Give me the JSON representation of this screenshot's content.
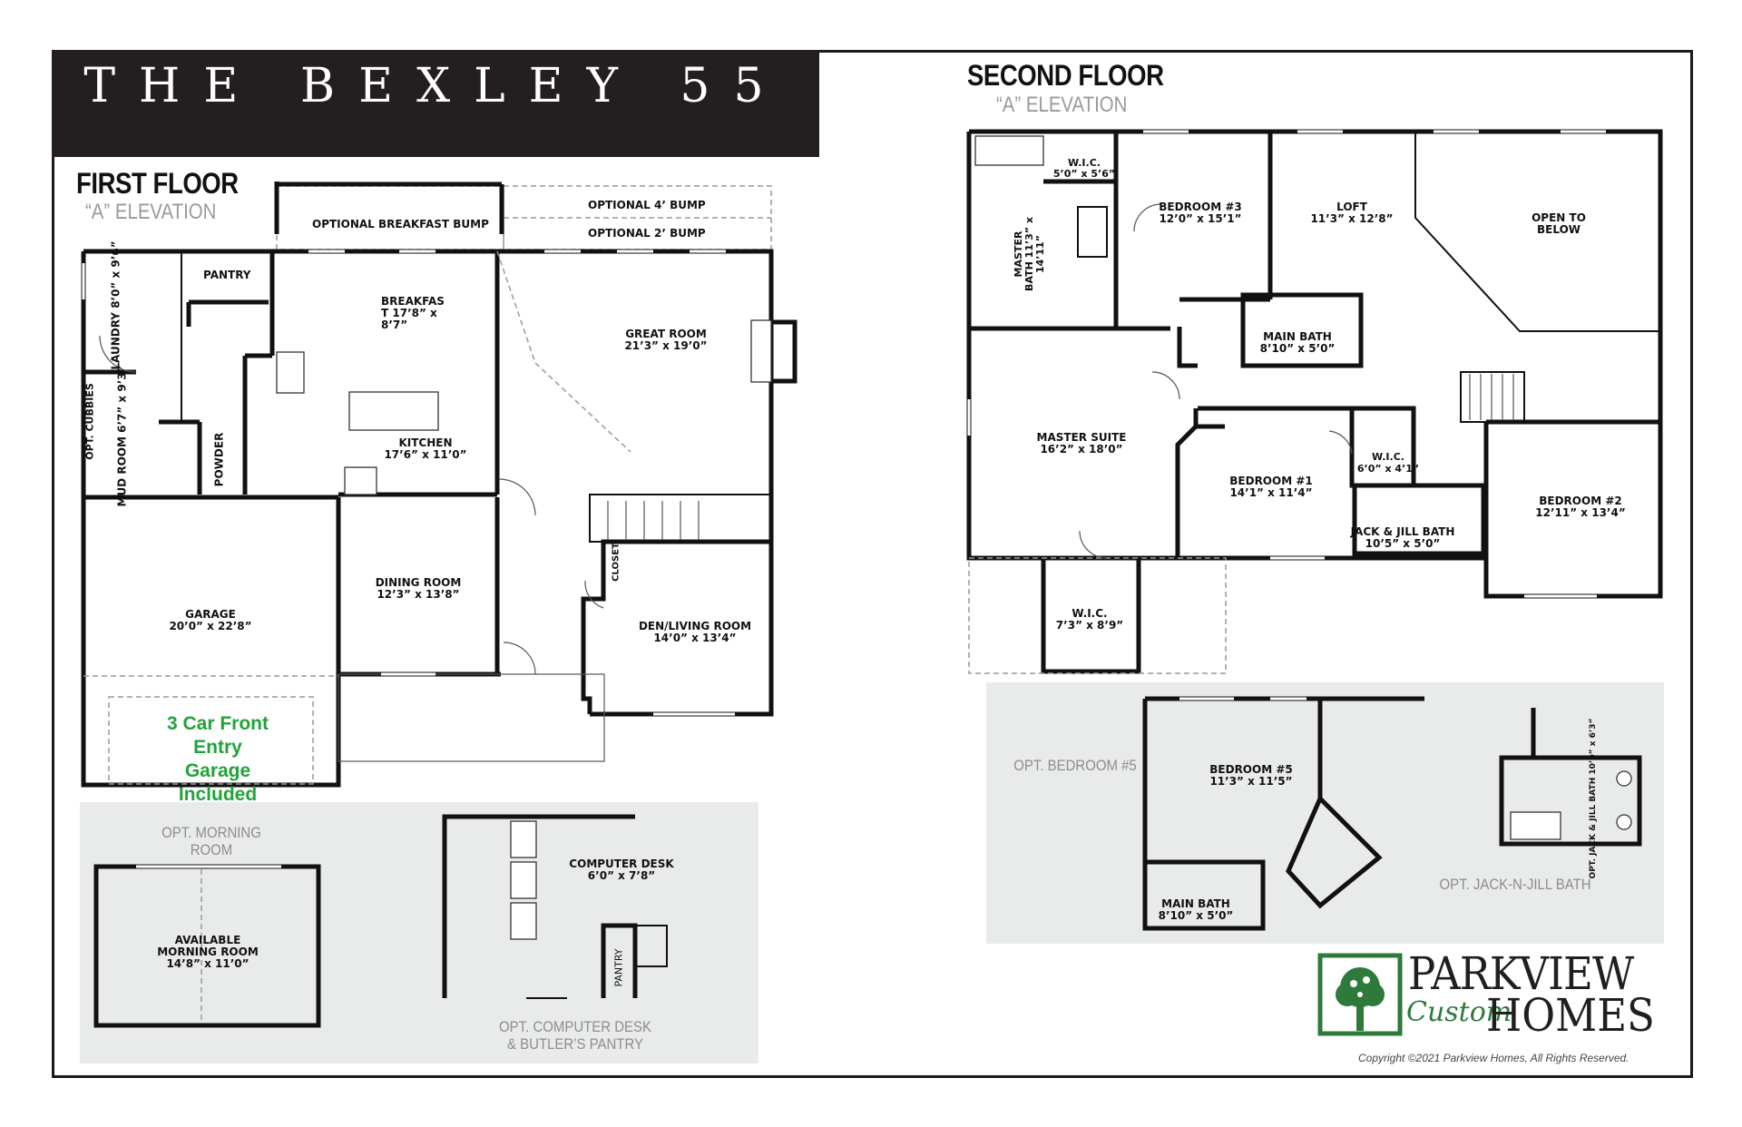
{
  "title": "THE BEXLEY 55",
  "first_floor": {
    "heading": "FIRST FLOOR",
    "elevation": "“A” ELEVATION",
    "rooms": {
      "optional_breakfast_bump": "OPTIONAL BREAKFAST BUMP",
      "optional_4_bump": "OPTIONAL 4’ BUMP",
      "optional_2_bump": "OPTIONAL 2’ BUMP",
      "laundry": "LAUNDRY",
      "laundry_dim": "8’0” x 9’6”",
      "pantry": "PANTRY",
      "breakfast": "BREAKFAS\nT  17’8”  x\n8’7”",
      "great_room": "GREAT ROOM",
      "great_room_dim": "21’3” x 19’0”",
      "opt_cubbies": "OPT. CUBBIES",
      "mud_room": "MUD ROOM",
      "mud_room_dim": "6’7” x 9’3”",
      "powder": "POWDER",
      "kitchen": "KITCHEN",
      "kitchen_dim": "17’6” x 11’0”",
      "garage": "GARAGE",
      "garage_dim": "20’0” x 22’8”",
      "dining_room": "DINING ROOM",
      "dining_room_dim": "12’3” x 13’8”",
      "closet": "CLOSET",
      "den": "DEN/LIVING ROOM",
      "den_dim": "14’0” x 13’4”"
    },
    "garage_note": "3 Car Front Entry\nGarage Included"
  },
  "opt_morning_room": {
    "label": "OPT. MORNING\nROOM",
    "room": "AVAILABLE\nMORNING ROOM",
    "dim": "14’8” x 11’0”"
  },
  "opt_computer_desk": {
    "label": "OPT. COMPUTER DESK\n& BUTLER’S PANTRY",
    "room": "COMPUTER DESK",
    "dim": "6’0” x 7’8”",
    "pantry": "PANTRY"
  },
  "second_floor": {
    "heading": "SECOND FLOOR",
    "elevation": "“A” ELEVATION",
    "rooms": {
      "wic_master": "W.I.C.",
      "wic_master_dim": "5’0” x 5’6”",
      "master_bath": "MASTER\nBATH 11’3” x\n14’11”",
      "bedroom3": "BEDROOM #3",
      "bedroom3_dim": "12’0” x 15’1”",
      "loft": "LOFT",
      "loft_dim": "11’3” x 12’8”",
      "open_to_below": "OPEN TO\nBELOW",
      "main_bath": "MAIN BATH",
      "main_bath_dim": "8’10” x 5’0”",
      "master_suite": "MASTER SUITE",
      "master_suite_dim": "16’2” x 18’0”",
      "bedroom1": "BEDROOM #1",
      "bedroom1_dim": "14’1” x 11’4”",
      "wic_b1": "W.I.C.",
      "wic_b1_dim": "6’0” x 4’1”",
      "jack_jill": "JACK & JILL BATH",
      "jack_jill_dim": "10’5” x 5’0”",
      "bedroom2": "BEDROOM #2",
      "bedroom2_dim": "12’11” x 13’4”",
      "wic_lower": "W.I.C.",
      "wic_lower_dim": "7’3” x 8’9”"
    }
  },
  "opt_bedroom5": {
    "label": "OPT. BEDROOM #5",
    "room": "BEDROOM #5",
    "dim": "11’3” x 11’5”",
    "bath": "MAIN BATH",
    "bath_dim": "8’10” x 5’0”"
  },
  "opt_jack_jill": {
    "label": "OPT. JACK-N-JILL BATH",
    "room": "OPT. JACK & JILL BATH",
    "dim": "10’0” x 6’3”"
  },
  "logo": {
    "top": "PARKVIEW",
    "script": "Custom",
    "bottom": "HOMES"
  },
  "copyright": "Copyright ©2021 Parkview Homes, All Rights Reserved.",
  "colors": {
    "title_bar": "#231f20",
    "accent_green": "#22a33a",
    "logo_green": "#2d7a3a",
    "panel_gray": "#e9eaea"
  }
}
